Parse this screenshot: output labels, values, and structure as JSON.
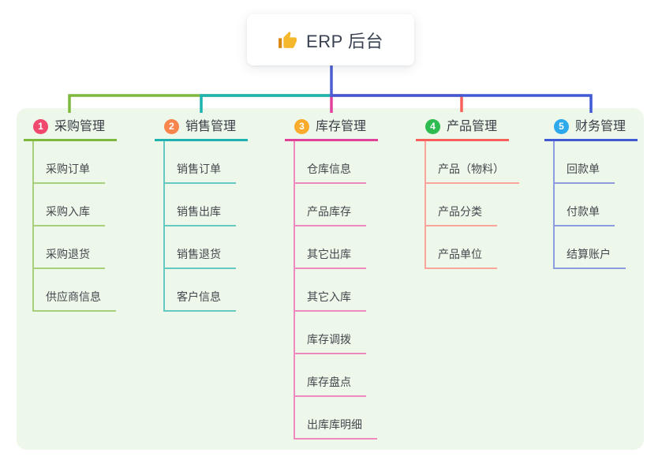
{
  "root": {
    "title": "ERP 后台",
    "icon": "thumbs-up-icon",
    "icon_color": "#f5b72b",
    "icon_cuff_color": "#d9880f"
  },
  "panel": {
    "background": "#edf8eb"
  },
  "connector": {
    "root_line_color": "#4c5ed2"
  },
  "branches": [
    {
      "number": "1",
      "label": "采购管理",
      "badge_color": "#f1486e",
      "line_color": "#7eb83d",
      "light_color": "#a6d07c",
      "children": [
        "采购订单",
        "采购入库",
        "采购退货",
        "供应商信息"
      ]
    },
    {
      "number": "2",
      "label": "销售管理",
      "badge_color": "#f8854c",
      "line_color": "#1db3b1",
      "light_color": "#66c9c2",
      "children": [
        "销售订单",
        "销售出库",
        "销售退货",
        "客户信息"
      ]
    },
    {
      "number": "3",
      "label": "库存管理",
      "badge_color": "#fbab2b",
      "line_color": "#e0419a",
      "light_color": "#ee8abf",
      "children": [
        "仓库信息",
        "产品库存",
        "其它出库",
        "其它入库",
        "库存调拨",
        "库存盘点",
        "出库库明细"
      ]
    },
    {
      "number": "4",
      "label": "产品管理",
      "badge_color": "#2ebc50",
      "line_color": "#f8605a",
      "light_color": "#fba49c",
      "children": [
        "产品（物料）",
        "产品分类",
        "产品单位"
      ]
    },
    {
      "number": "5",
      "label": "财务管理",
      "badge_color": "#2da9ec",
      "line_color": "#3f5ad4",
      "light_color": "#8d9cde",
      "children": [
        "回款单",
        "付款单",
        "结算账户"
      ]
    }
  ]
}
